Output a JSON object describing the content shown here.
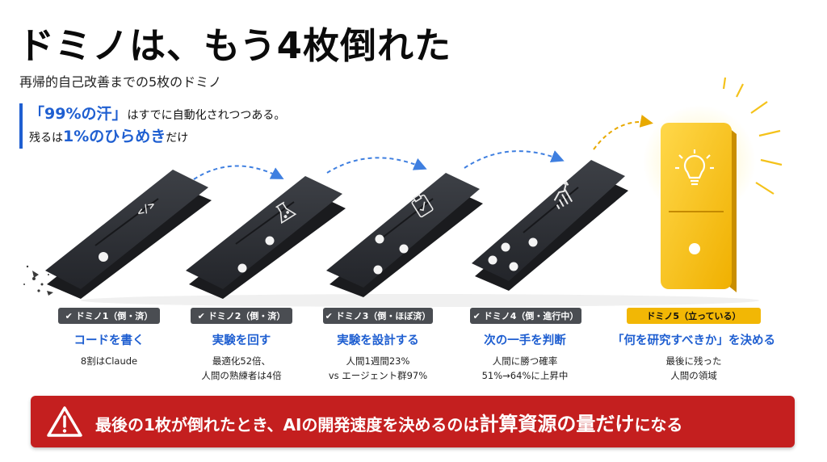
{
  "title": "ドミノは、もう4枚倒れた",
  "subtitle": "再帰的自己改善までの5枚のドミノ",
  "quote": {
    "line1_emph": "「99%の汗」",
    "line1_rest": "はすでに自動化されつつある。",
    "line2_pre": "残るは",
    "line2_emph": "1%のひらめき",
    "line2_post": "だけ"
  },
  "dominoes": [
    {
      "badge": "ドミノ1（倒・済）",
      "title": "コードを書く",
      "desc1": "8割はClaude",
      "desc2": "",
      "icon": "code-icon",
      "fallen": true
    },
    {
      "badge": "ドミノ2（倒・済）",
      "title": "実験を回す",
      "desc1": "最適化52倍、",
      "desc2": "人間の熟練者は4倍",
      "icon": "flask-icon",
      "fallen": true
    },
    {
      "badge": "ドミノ3（倒・ほぼ済）",
      "title": "実験を設計する",
      "desc1": "人間1週間23%",
      "desc2": "vs エージェント群97%",
      "icon": "clipboard-icon",
      "fallen": true
    },
    {
      "badge": "ドミノ4（倒・進行中）",
      "title": "次の一手を判断",
      "desc1": "人間に勝つ確率",
      "desc2": "51%→64%に上昇中",
      "icon": "growth-chart-icon",
      "fallen": true
    },
    {
      "badge": "ドミノ5（立っている）",
      "title": "「何を研究すべきか」を決める",
      "desc1": "最後に残った",
      "desc2": "人間の領域",
      "icon": "lightbulb-icon",
      "fallen": false
    }
  ],
  "check_glyph": "✔",
  "banner": {
    "part1": "最後の1枚が倒れたとき、AIの開発速度を決めるのは",
    "part2": "計算資源の量だけ",
    "part3": "になる"
  },
  "colors": {
    "accent_blue": "#1f5fd1",
    "banner_red": "#c41f1f",
    "gold": "#f2b705",
    "domino_dark": "#2b2d31"
  }
}
